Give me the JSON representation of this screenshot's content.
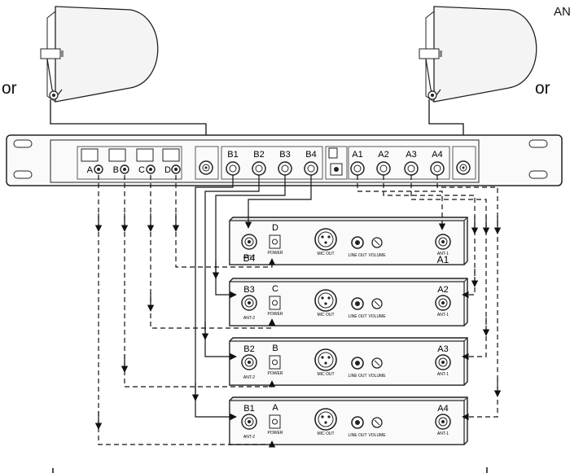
{
  "labels": {
    "or_left": "or",
    "or_right": "or",
    "corner": "AN"
  },
  "distribution_unit": {
    "port_labels_b": [
      "B1",
      "B2",
      "B3",
      "B4"
    ],
    "port_labels_a": [
      "A1",
      "A2",
      "A3",
      "A4"
    ],
    "dc_jack_labels": [
      "A",
      "B",
      "C",
      "D"
    ]
  },
  "receivers": [
    {
      "left_port": "B4",
      "left_jack_label": "ANT-2",
      "letter": "D",
      "power_label": "POWER",
      "mic_label": "MIC OUT",
      "line_label": "LINE OUT",
      "volume_label": "VOLUME",
      "right_port": "A1",
      "right_jack_label": "ANT-1"
    },
    {
      "left_port": "B3",
      "left_jack_label": "ANT-2",
      "letter": "C",
      "power_label": "POWER",
      "mic_label": "MIC OUT",
      "line_label": "LINE OUT",
      "volume_label": "VOLUME",
      "right_port": "A2",
      "right_jack_label": "ANT-1"
    },
    {
      "left_port": "B2",
      "left_jack_label": "ANT-2",
      "letter": "B",
      "power_label": "POWER",
      "mic_label": "MIC OUT",
      "line_label": "LINE OUT",
      "volume_label": "VOLUME",
      "right_port": "A3",
      "right_jack_label": "ANT-1"
    },
    {
      "left_port": "B1",
      "left_jack_label": "ANT-2",
      "letter": "A",
      "power_label": "POWER",
      "mic_label": "MIC OUT",
      "line_label": "LINE OUT",
      "volume_label": "VOLUME",
      "right_port": "A4",
      "right_jack_label": "ANT-1"
    }
  ]
}
